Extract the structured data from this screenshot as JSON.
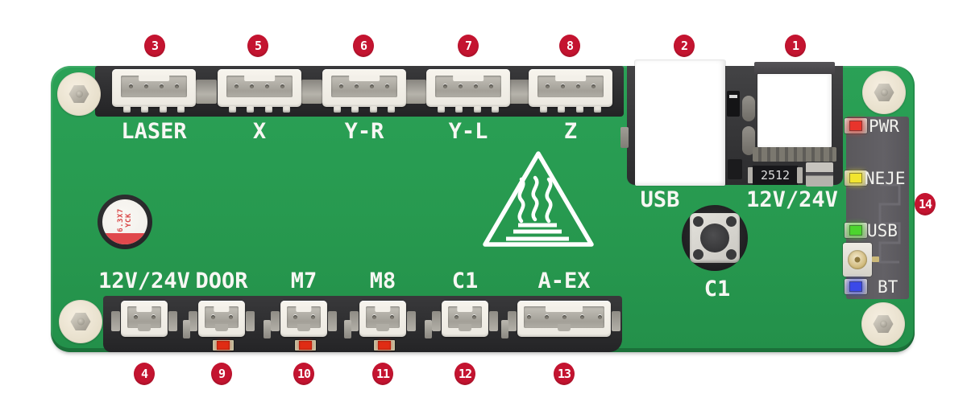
{
  "board": {
    "name": "laser-engraver-control-board",
    "top_connectors": [
      {
        "label": "LASER",
        "callout": "3"
      },
      {
        "label": "X",
        "callout": "5"
      },
      {
        "label": "Y-R",
        "callout": "6"
      },
      {
        "label": "Y-L",
        "callout": "7"
      },
      {
        "label": "Z",
        "callout": "8"
      }
    ],
    "usb_port": {
      "label": "USB",
      "callout": "2"
    },
    "power_input": {
      "label": "12V/24V",
      "callout": "1"
    },
    "bottom_connectors": [
      {
        "label": "12V/24V",
        "callout": "4"
      },
      {
        "label": "DOOR",
        "callout": "9"
      },
      {
        "label": "M7",
        "callout": "10"
      },
      {
        "label": "M8",
        "callout": "11"
      },
      {
        "label": "C1",
        "callout": "12"
      },
      {
        "label": "A-EX",
        "callout": "13"
      }
    ],
    "button": {
      "label": "C1"
    },
    "led_panel": {
      "callout": "14",
      "leds": [
        {
          "label": "PWR",
          "color": "#e8342c"
        },
        {
          "label": "NEJE",
          "color": "#f2e52f"
        },
        {
          "label": "USB",
          "color": "#4cd42e"
        },
        {
          "label": "BT",
          "color": "#3b49e8"
        }
      ]
    },
    "markings": {
      "resistor": "2512",
      "capacitor_line1": "6.3X7",
      "capacitor_line2": "YCK"
    },
    "colors": {
      "pcb_green": "#27994f",
      "callout_red": "#c41430",
      "silkscreen_white": "#f7f7f3",
      "strip_dark": "#2b2b2d",
      "led_panel_gray": "#5d5b60"
    }
  }
}
